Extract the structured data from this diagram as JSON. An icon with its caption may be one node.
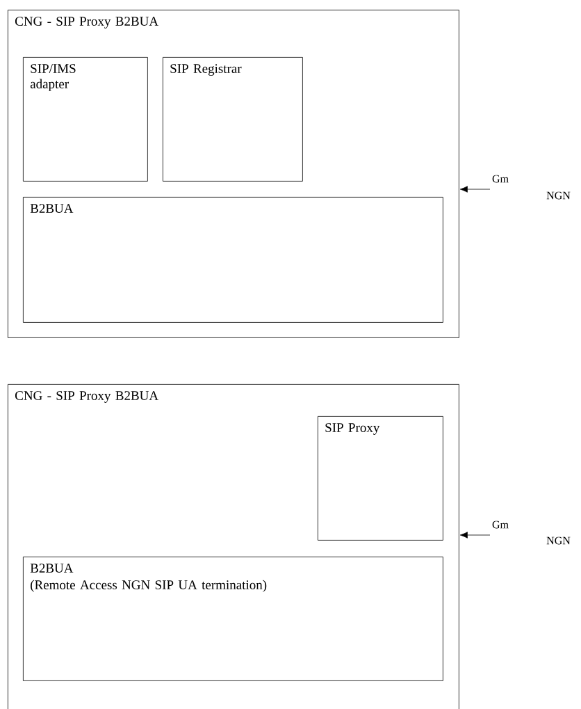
{
  "diagram": {
    "nodes": [
      {
        "text": [
          "CNG - SIP Proxy B2BUA"
        ]
      },
      {
        "text": [
          "SIP/IMS adapter"
        ],
        "in": 0
      },
      {
        "text": [
          "SIP Registrar"
        ],
        "in": 0
      },
      {
        "text": [
          "B2BUA"
        ],
        "in": 0
      },
      {
        "text": [
          "CNG - SIP Proxy B2BUA"
        ]
      },
      {
        "text": [
          "SIP Proxy"
        ],
        "in": 4
      },
      {
        "text": [
          "B2BUA",
          "(Remote Access NGN SIP UA termination)"
        ],
        "in": 4
      }
    ],
    "edges": [
      {
        "from": null,
        "to": 0,
        "arrow": "to",
        "label": "Gm"
      },
      {
        "from": null,
        "to": 4,
        "arrow": "to",
        "label": "Gm"
      }
    ],
    "labels": [
      "NGN",
      "NGN"
    ]
  }
}
